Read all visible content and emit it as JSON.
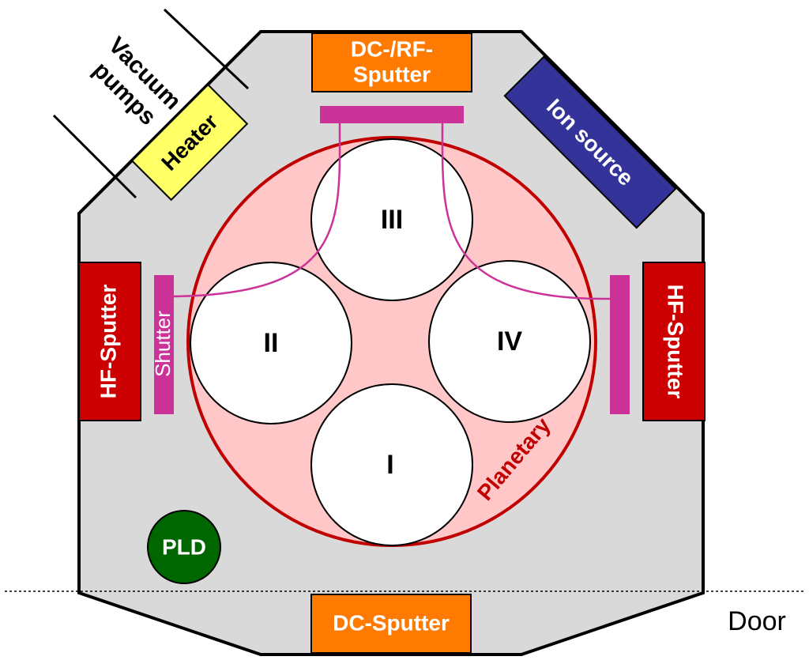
{
  "labels": {
    "vacuum_pumps": [
      "Vacuum",
      "pumps"
    ],
    "heater": "Heater",
    "dc_rf_sputter": [
      "DC-/RF-",
      "Sputter"
    ],
    "ion_source": "Ion source",
    "hf_sputter_left": "HF-Sputter",
    "hf_sputter_right": "HF-Sputter",
    "shutter": "Shutter",
    "planetary": "Planetary",
    "substrate_I": "I",
    "substrate_II": "II",
    "substrate_III": "III",
    "substrate_IV": "IV",
    "pld": "PLD",
    "dc_sputter": "DC-Sputter",
    "door": "Door"
  },
  "colors": {
    "chamber": "#d9d9d9",
    "heater": "#ffff66",
    "dc_rf_sputter": "#ff7a00",
    "dc_sputter": "#ff7a00",
    "ion_source": "#333399",
    "hf_sputter": "#cc0000",
    "shutter": "#cc3399",
    "planetary_fill": "#ffc7c7",
    "planetary_edge": "#c00000",
    "pld": "#006600"
  }
}
